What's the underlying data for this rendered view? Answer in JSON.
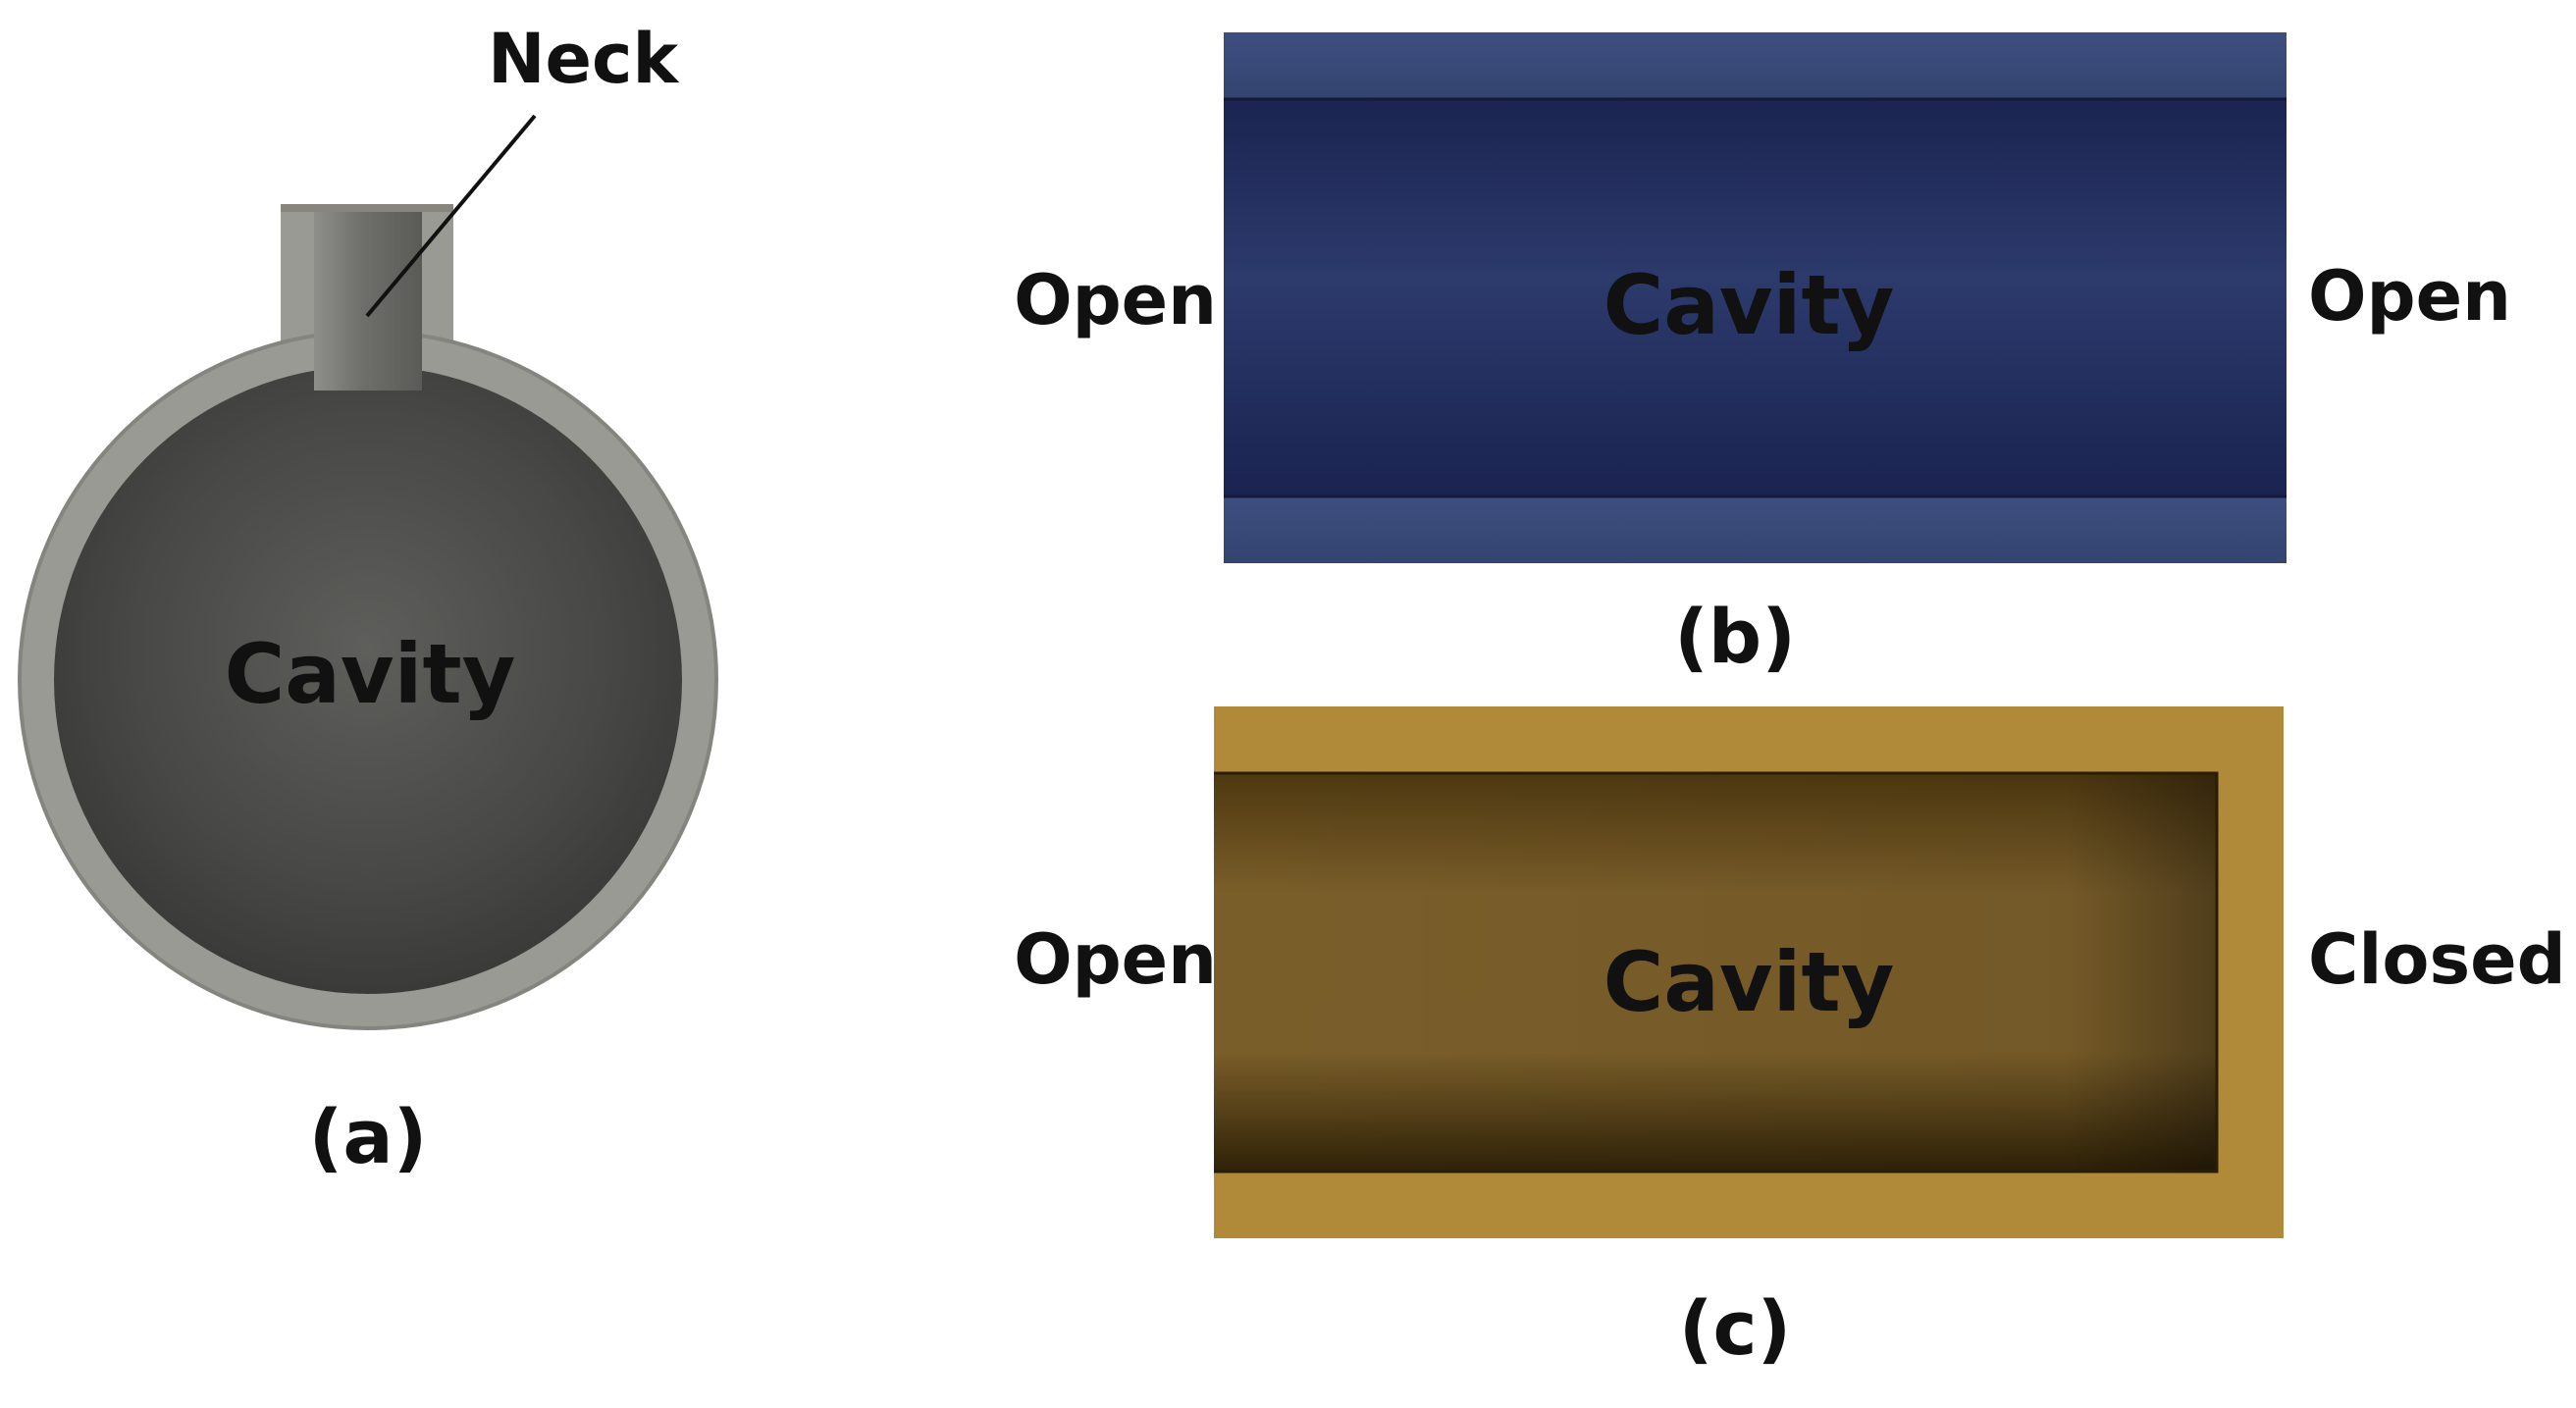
{
  "panel_a": {
    "callout_label": "Neck",
    "body_label": "Cavity",
    "caption": "(a)",
    "colors": {
      "wall": "#9a9a94",
      "wall_edge": "#808078",
      "interior": "#4a4a48",
      "neck_interior": "#7c7c78"
    }
  },
  "panel_b": {
    "left_end_label": "Open",
    "right_end_label": "Open",
    "body_label": "Cavity",
    "caption": "(b)",
    "colors": {
      "wall": "#3c4c7c",
      "interior": "#222e58"
    }
  },
  "panel_c": {
    "left_end_label": "Open",
    "right_end_label": "Closed",
    "body_label": "Cavity",
    "caption": "(c)",
    "colors": {
      "wall": "#b08a38",
      "interior": "#6e5424"
    }
  }
}
